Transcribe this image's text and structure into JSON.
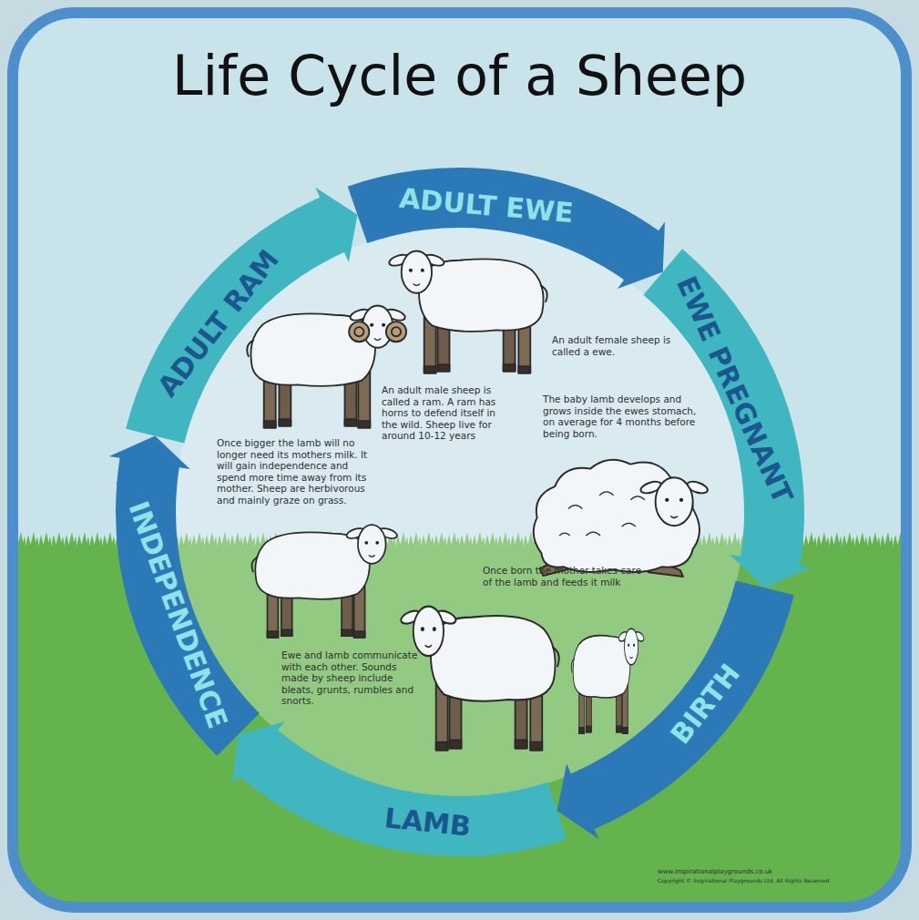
{
  "diagram": {
    "title": "Life Cycle of a Sheep",
    "nodes": [
      {
        "text": [
          "ADULT EWE"
        ]
      },
      {
        "text": [
          "EWE PREGNANT"
        ]
      },
      {
        "text": [
          "BIRTH"
        ]
      },
      {
        "text": [
          "LAMB"
        ]
      },
      {
        "text": [
          "INDEPENDENCE"
        ]
      },
      {
        "text": [
          "ADULT RAM"
        ]
      }
    ],
    "edges": [
      {
        "from": 0,
        "to": 1,
        "arrow": "to"
      },
      {
        "from": 1,
        "to": 2,
        "arrow": "to"
      },
      {
        "from": 2,
        "to": 3,
        "arrow": "to"
      },
      {
        "from": 3,
        "to": 4,
        "arrow": "to"
      },
      {
        "from": 4,
        "to": 5,
        "arrow": "to"
      },
      {
        "from": 5,
        "to": 0,
        "arrow": "to"
      }
    ],
    "labels": [
      "An adult female sheep is called a ewe.",
      "An adult male sheep is called a ram. A ram has horns to defend itself in the wild. Sheep live for around 10-12 years",
      "The baby lamb develops and grows inside the ewes stomach, on average for 4 months before being born.",
      "Once born the mother takes care of the lamb and feeds it milk",
      "Ewe and lamb communicate with each other. Sounds made by sheep include bleats, grunts, rumbles and snorts.",
      "Once bigger the lamb will no longer need its mothers milk. It will gain independence and spend more time away from its mother. Sheep are herbivorous and mainly graze on grass.",
      "www.inspirationalplaygrounds.co.uk",
      "Copyright © Inspirational Playgrounds Ltd. All Rights Reserved."
    ]
  }
}
